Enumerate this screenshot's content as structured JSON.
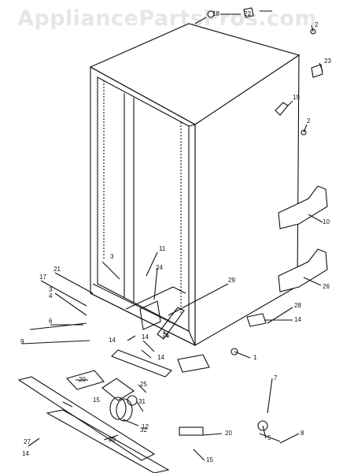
{
  "watermark": "AppliancePartsPros.com",
  "part_labels": [
    "18",
    "22",
    "2",
    "23",
    "19",
    "2",
    "10",
    "26",
    "28",
    "14",
    "1",
    "7",
    "8",
    "5",
    "20",
    "15",
    "11",
    "24",
    "29",
    "3",
    "21",
    "17",
    "3",
    "4",
    "6",
    "9",
    "14",
    "14",
    "16",
    "14",
    "25",
    "31",
    "32",
    "12",
    "20",
    "15",
    "27",
    "14",
    "30"
  ]
}
